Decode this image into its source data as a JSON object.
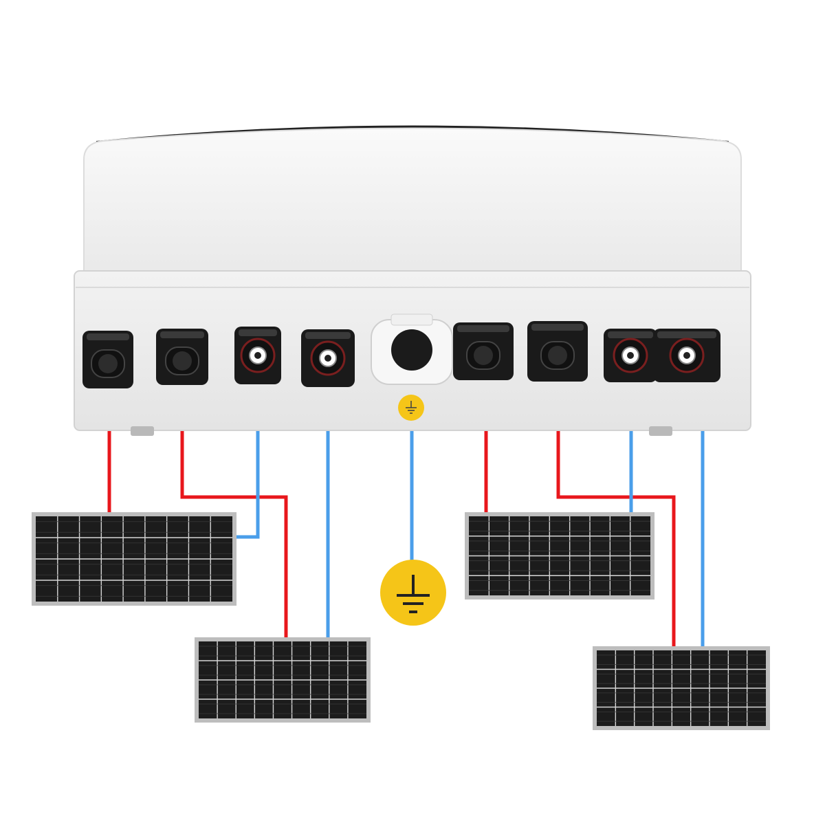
{
  "colors": {
    "background": "#ffffff",
    "enclosure_body": "#eeeeee",
    "enclosure_lid": "#f4f4f4",
    "enclosure_edge": "#d2d2d2",
    "enclosure_shadow": "#222222",
    "connector": "#1a1a1a",
    "connector_highlight": "#3a3a3a",
    "gland": "#f7f7f7",
    "wire_positive": "#e8171c",
    "wire_negative": "#4a9eea",
    "ground_badge": "#f5c518",
    "ground_symbol": "#222222",
    "panel_frame": "#bdbdbd",
    "panel_cell": "#1c1c1c",
    "panel_grid": "#d6d6d6"
  },
  "connectors": [
    {
      "kind": "positive-female"
    },
    {
      "kind": "positive-female"
    },
    {
      "kind": "negative-male"
    },
    {
      "kind": "negative-male"
    },
    {
      "kind": "ground-gland"
    },
    {
      "kind": "positive-female"
    },
    {
      "kind": "positive-female"
    },
    {
      "kind": "negative-male"
    },
    {
      "kind": "negative-male"
    }
  ],
  "wires": [
    {
      "polarity": "positive",
      "from_connector": 1,
      "to_panel": 1
    },
    {
      "polarity": "positive",
      "from_connector": 2,
      "to_panel": 2
    },
    {
      "polarity": "negative",
      "from_connector": 3,
      "to_panel": 1
    },
    {
      "polarity": "negative",
      "from_connector": 4,
      "to_panel": 2
    },
    {
      "polarity": "negative",
      "from_connector": 5,
      "to_panel": "ground"
    },
    {
      "polarity": "positive",
      "from_connector": 6,
      "to_panel": 3
    },
    {
      "polarity": "positive",
      "from_connector": 7,
      "to_panel": 4
    },
    {
      "polarity": "negative",
      "from_connector": 8,
      "to_panel": 3
    },
    {
      "polarity": "negative",
      "from_connector": 9,
      "to_panel": 4
    }
  ],
  "panels": [
    {
      "id": 1,
      "cell_cols": 9,
      "cell_rows": 4
    },
    {
      "id": 2,
      "cell_cols": 9,
      "cell_rows": 4
    },
    {
      "id": 3,
      "cell_cols": 9,
      "cell_rows": 4
    },
    {
      "id": 4,
      "cell_cols": 9,
      "cell_rows": 4
    }
  ],
  "icons": {
    "ground": "ground-icon",
    "ground_label": "ground-label-icon"
  }
}
